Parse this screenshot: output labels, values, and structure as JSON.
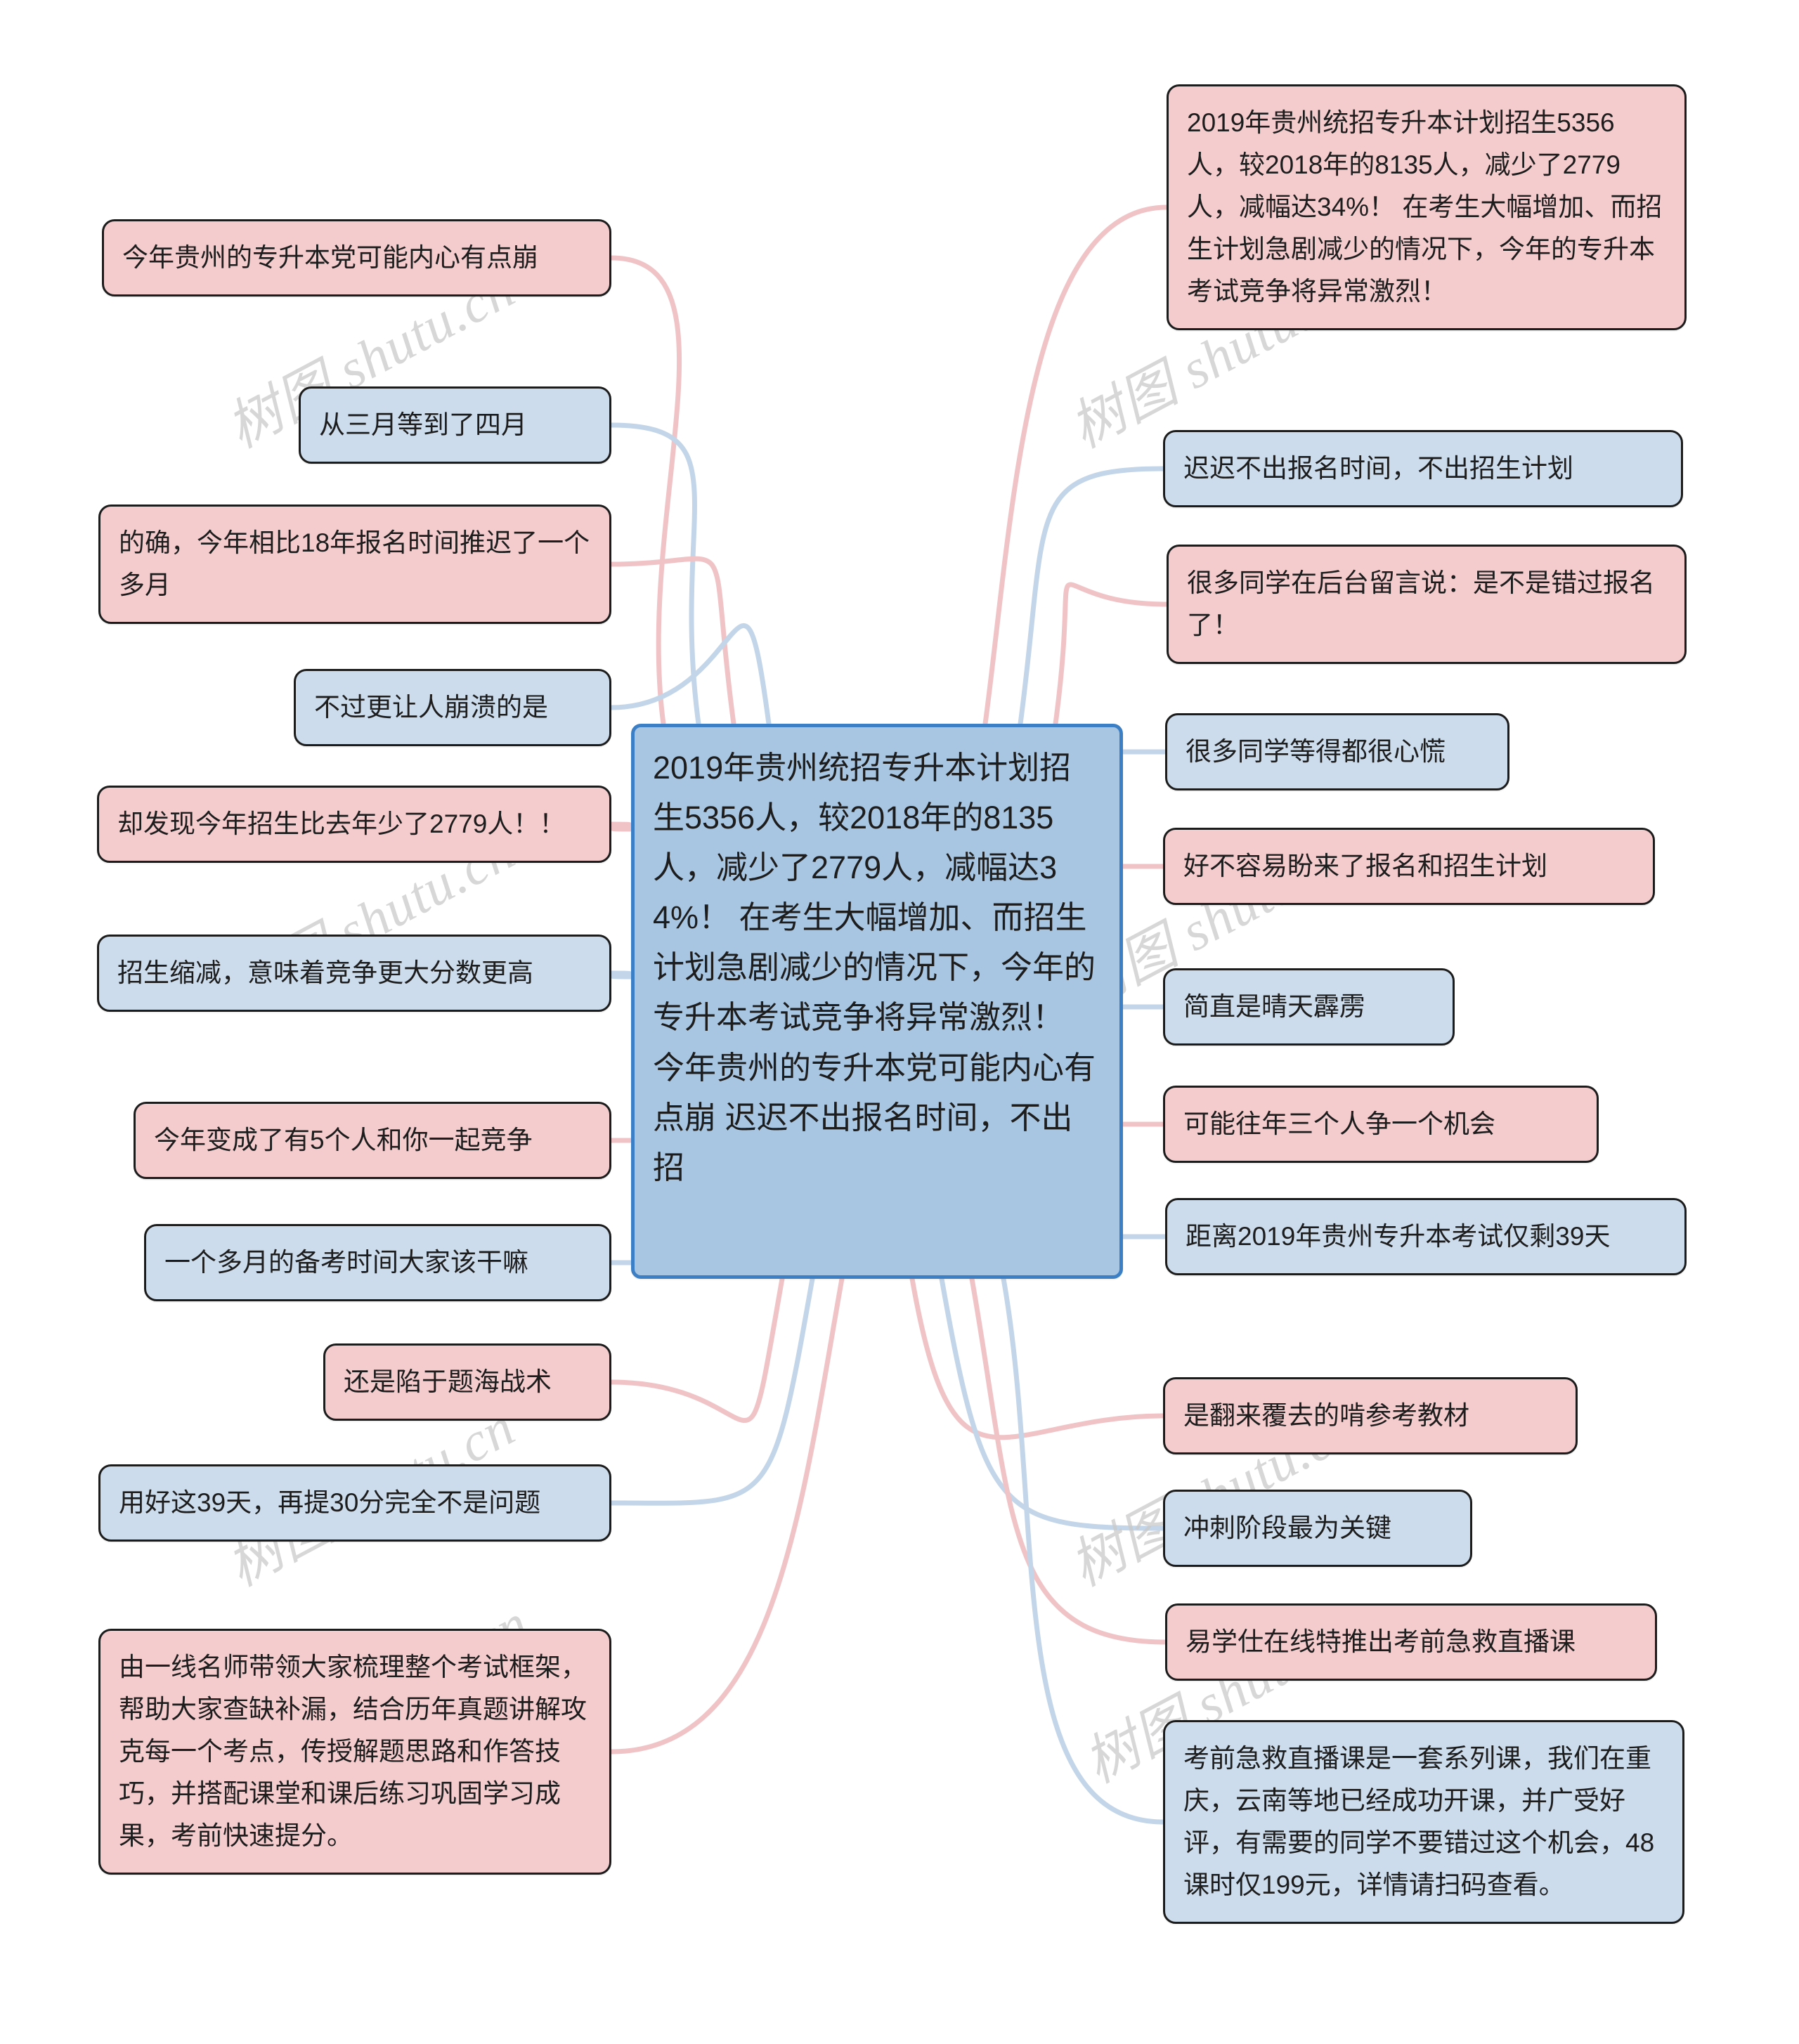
{
  "title": "2019年贵州统招专升本招生计划缩减思维导图",
  "colors": {
    "pink_fill": "#f5ccce",
    "blue_fill": "#ccdcec",
    "node_border": "#1c1c1c",
    "center_fill": "#a8c6e2",
    "center_border": "#3c7fc4",
    "pink_link": "#f0c4c6",
    "blue_link": "#c3d5e8",
    "watermark": "#c9c9c9"
  },
  "watermark": {
    "text": "树图 shutu.cn"
  },
  "center": {
    "text": "2019年贵州统招专升本计划招生5356人，较2018年的8135人，减少了2779人，减幅达34%！ 在考生大幅增加、而招生计划急剧减少的情况下，今年的专升本考试竞争将异常激烈！ 今年贵州的专升本党可能内心有点崩 迟迟不出报名时间，不出招",
    "color": "blue"
  },
  "left_nodes": [
    {
      "id": "l1",
      "text": "今年贵州的专升本党可能内心有点崩",
      "color": "pink"
    },
    {
      "id": "l2",
      "text": "从三月等到了四月",
      "color": "blue"
    },
    {
      "id": "l3",
      "text": "的确，今年相比18年报名时间推迟了一个多月",
      "color": "pink"
    },
    {
      "id": "l4",
      "text": "不过更让人崩溃的是",
      "color": "blue"
    },
    {
      "id": "l5",
      "text": "却发现今年招生比去年少了2779人！！",
      "color": "pink"
    },
    {
      "id": "l6",
      "text": "招生缩减，意味着竞争更大分数更高",
      "color": "blue"
    },
    {
      "id": "l7",
      "text": "今年变成了有5个人和你一起竞争",
      "color": "pink"
    },
    {
      "id": "l8",
      "text": "一个多月的备考时间大家该干嘛",
      "color": "blue"
    },
    {
      "id": "l9",
      "text": "还是陷于题海战术",
      "color": "pink"
    },
    {
      "id": "l10",
      "text": "用好这39天，再提30分完全不是问题",
      "color": "blue"
    },
    {
      "id": "l11",
      "text": "由一线名师带领大家梳理整个考试框架，帮助大家查缺补漏，结合历年真题讲解攻克每一个考点，传授解题思路和作答技巧，并搭配课堂和课后练习巩固学习成果，考前快速提分。",
      "color": "pink"
    }
  ],
  "right_nodes": [
    {
      "id": "r1",
      "text": "2019年贵州统招专升本计划招生5356人，较2018年的8135人，减少了2779人，减幅达34%！ 在考生大幅增加、而招生计划急剧减少的情况下，今年的专升本考试竞争将异常激烈！",
      "color": "pink"
    },
    {
      "id": "r2",
      "text": "迟迟不出报名时间，不出招生计划",
      "color": "blue"
    },
    {
      "id": "r3",
      "text": "很多同学在后台留言说：是不是错过报名了！",
      "color": "pink"
    },
    {
      "id": "r4",
      "text": "很多同学等得都很心慌",
      "color": "blue"
    },
    {
      "id": "r5",
      "text": "好不容易盼来了报名和招生计划",
      "color": "pink"
    },
    {
      "id": "r6",
      "text": "简直是晴天霹雳",
      "color": "blue"
    },
    {
      "id": "r7",
      "text": "可能往年三个人争一个机会",
      "color": "pink"
    },
    {
      "id": "r8",
      "text": "距离2019年贵州专升本考试仅剩39天",
      "color": "blue"
    },
    {
      "id": "r9",
      "text": "是翻来覆去的啃参考教材",
      "color": "pink"
    },
    {
      "id": "r10",
      "text": "冲刺阶段最为关键",
      "color": "blue"
    },
    {
      "id": "r11",
      "text": "易学仕在线特推出考前急救直播课",
      "color": "pink"
    },
    {
      "id": "r12",
      "text": "考前急救直播课是一套系列课，我们在重庆，云南等地已经成功开课，并广受好评，有需要的同学不要错过这个机会，48课时仅199元，详情请扫码查看。",
      "color": "blue"
    }
  ]
}
